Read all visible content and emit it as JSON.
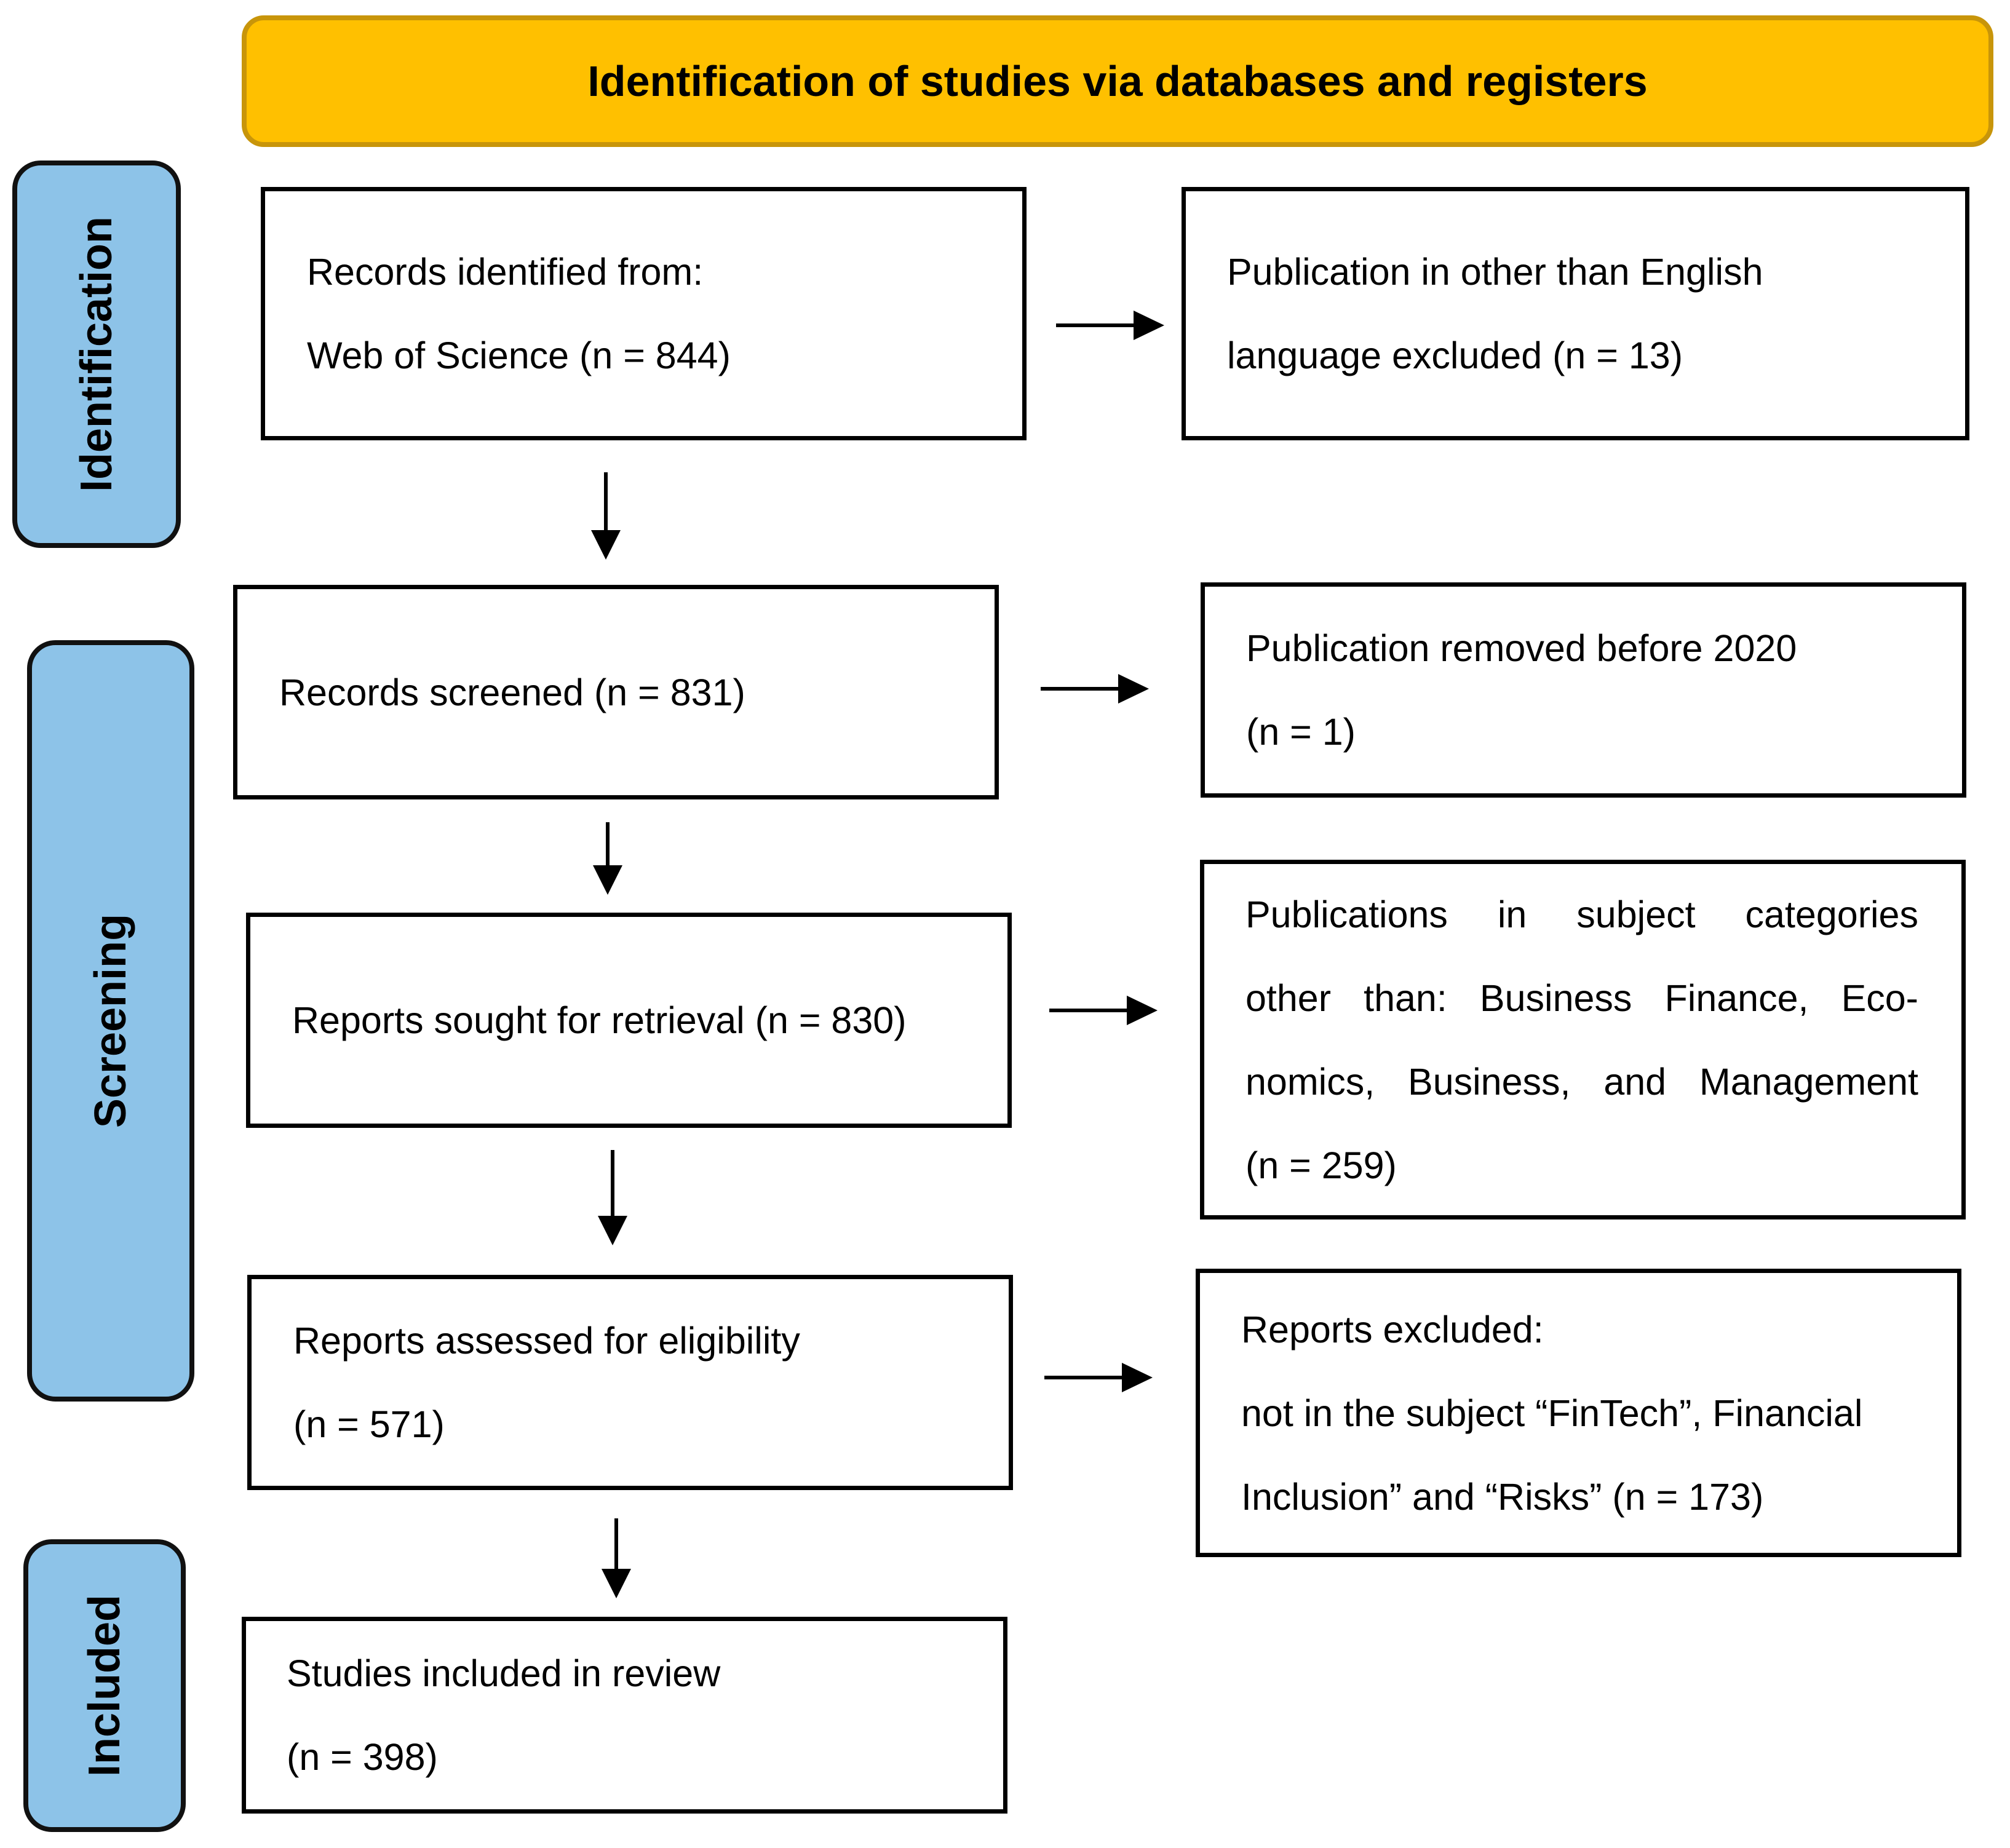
{
  "header": {
    "title": "Identification of studies via databases and registers"
  },
  "phases": {
    "identification": "Identification",
    "screening": "Screening",
    "included": "Included"
  },
  "flow": {
    "records_identified": {
      "line1": "Records identified from:",
      "line2": "Web of Science (n = 844)"
    },
    "excluded_language": {
      "line1": "Publication in other than English",
      "line2": "language excluded (n = 13)"
    },
    "records_screened": {
      "line1": "Records screened (n = 831)"
    },
    "removed_before_2020": {
      "line1": "Publication removed before 2020",
      "line2": "(n = 1)"
    },
    "reports_sought": {
      "line1": "Reports sought for retrieval (n = 830)"
    },
    "subject_categories": {
      "line1": "Publications in subject categories",
      "line2": "other than: Business Finance, Eco-",
      "line3": "nomics, Business, and Management",
      "line4": "(n = 259)"
    },
    "reports_assessed": {
      "line1": "Reports assessed for eligibility",
      "line2": "(n = 571)"
    },
    "reports_excluded": {
      "line1": "Reports excluded:",
      "line2": "not in the subject “FinTech”, Financial",
      "line3": "Inclusion” and “Risks” (n = 173)"
    },
    "studies_included": {
      "line1": "Studies included in review",
      "line2": "(n = 398)"
    }
  },
  "colors": {
    "banner_fill": "#FFC000",
    "banner_border": "#C8950A",
    "phase_fill": "#8DC3E8"
  }
}
